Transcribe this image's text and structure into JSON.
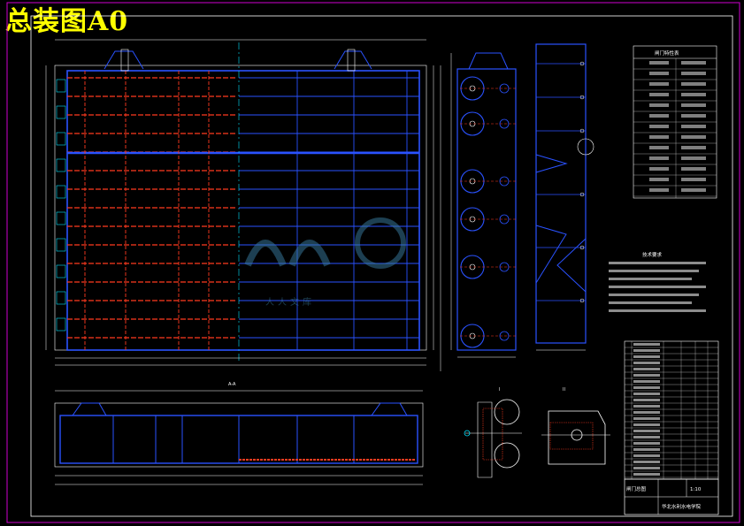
{
  "drawing": {
    "title": "总装图A0",
    "watermark": "人人文库",
    "colors": {
      "background": "#000000",
      "title": "#ffff00",
      "frame": "#ffffff",
      "structure": "#2a52ff",
      "hidden": "#ff3b1f",
      "dimension": "#ffffff",
      "accent": "#00e5ff"
    }
  },
  "views": {
    "side_section_label": "A-A",
    "detail_label_1": "I",
    "detail_label_2": "II"
  },
  "spec_table": {
    "title": "闸门特性表",
    "rows": 13
  },
  "tech_notes": {
    "title": "技术要求",
    "lines": 7
  },
  "parts_list": {
    "rows": 22
  },
  "title_block": {
    "name": "闸门总图",
    "sheet": "1:10",
    "school": "华北水利水电学院"
  }
}
